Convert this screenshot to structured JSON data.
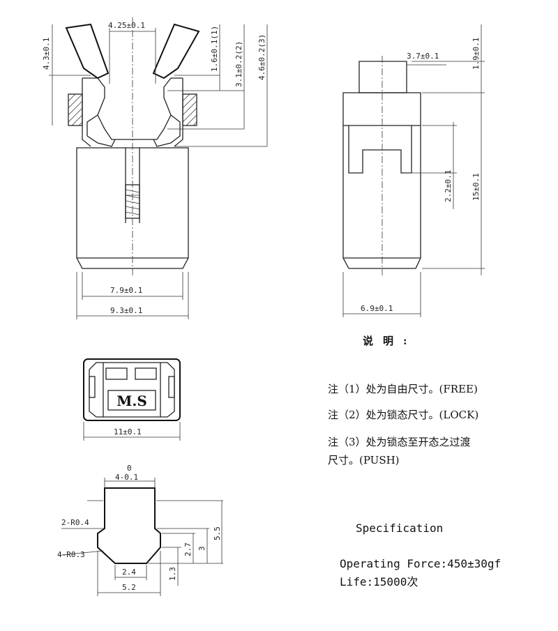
{
  "front_view": {
    "dims": {
      "top_width": "4.25±0.1",
      "left_height": "4.3±0.1",
      "free": "1.6±0.1(1)",
      "lock": "3.1±0.2(2)",
      "push": "4.6±0.2(3)",
      "inner_width": "7.9±0.1",
      "outer_width": "9.3±0.1"
    }
  },
  "side_view": {
    "dims": {
      "top_width": "3.7±0.1",
      "top_height": "1.9±0.1",
      "slot_height": "2.2±0.1",
      "total_height": "15±0.1",
      "bottom_width": "6.9±0.1"
    }
  },
  "top_view": {
    "logo": "M.S",
    "width": "11±0.1"
  },
  "footprint": {
    "dims": {
      "zero": "0",
      "top_width": "4-0.1",
      "r1": "2-R0.4",
      "r2": "4-R0.3",
      "h27": "2.7",
      "h3": "3",
      "h55": "5.5",
      "h13": "1.3",
      "w24": "2.4",
      "w52": "5.2"
    }
  },
  "notes": {
    "heading": "说明:",
    "note1": "注（1）处为自由尺寸。(FREE)",
    "note2": "注（2）处为锁态尺寸。(LOCK)",
    "note3a": "注（3）处为锁态至开态之过渡",
    "note3b": "尺寸。(PUSH)"
  },
  "specification": {
    "title": "Specification",
    "force": "Operating Force:450±30gf",
    "life": "Life:15000次"
  }
}
